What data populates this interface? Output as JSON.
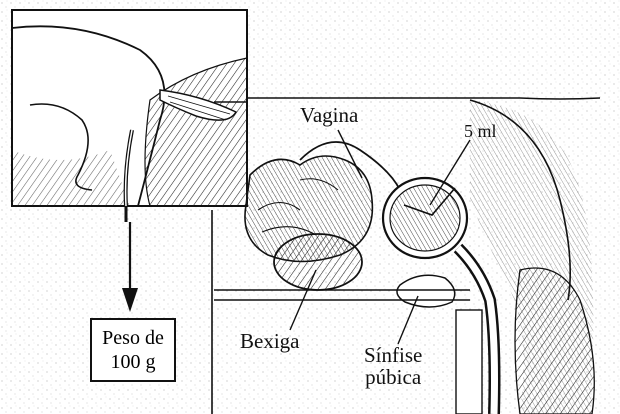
{
  "labels": {
    "vagina": "Vagina",
    "volume": "5 ml",
    "bladder": "Bexiga",
    "symphysis_line1": "Sínfise",
    "symphysis_line2": "púbica",
    "weight_line1": "Peso de",
    "weight_line2": "100 g"
  },
  "colors": {
    "ink": "#111111",
    "paper": "#ffffff",
    "stipple": "#8a8a8a"
  }
}
